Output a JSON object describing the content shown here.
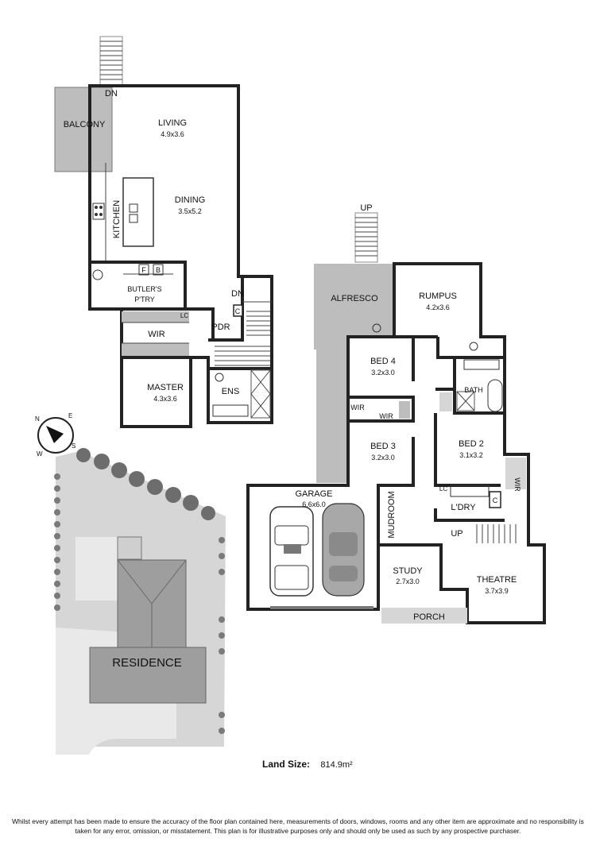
{
  "upper_floor": {
    "rooms": [
      {
        "id": "balcony",
        "name": "BALCONY",
        "size": ""
      },
      {
        "id": "living",
        "name": "LIVING",
        "size": "4.9x3.6"
      },
      {
        "id": "dining",
        "name": "DINING",
        "size": "3.5x5.2"
      },
      {
        "id": "kitchen",
        "name": "KITCHEN",
        "size": ""
      },
      {
        "id": "butlers",
        "name": "BUTLER'S",
        "size": "P'TRY"
      },
      {
        "id": "wir",
        "name": "WIR",
        "size": ""
      },
      {
        "id": "master",
        "name": "MASTER",
        "size": "4.3x3.6"
      },
      {
        "id": "ens",
        "name": "ENS",
        "size": ""
      },
      {
        "id": "pdr",
        "name": "PDR",
        "size": ""
      }
    ],
    "markers": {
      "dn_stair": "DN",
      "dn_hall": "DN",
      "f": "F",
      "b": "B",
      "c": "C",
      "lc": "LC"
    }
  },
  "lower_floor": {
    "rooms": [
      {
        "id": "alfresco",
        "name": "ALFRESCO",
        "size": ""
      },
      {
        "id": "rumpus",
        "name": "RUMPUS",
        "size": "4.2x3.6"
      },
      {
        "id": "bed4",
        "name": "BED 4",
        "size": "3.2x3.0"
      },
      {
        "id": "bath",
        "name": "BATH",
        "size": ""
      },
      {
        "id": "bed3",
        "name": "BED 3",
        "size": "3.2x3.0"
      },
      {
        "id": "bed2",
        "name": "BED 2",
        "size": "3.1x3.2"
      },
      {
        "id": "garage",
        "name": "GARAGE",
        "size": "6.6x6.0"
      },
      {
        "id": "mudroom",
        "name": "MUDROOM",
        "size": ""
      },
      {
        "id": "ldry",
        "name": "L'DRY",
        "size": ""
      },
      {
        "id": "study",
        "name": "STUDY",
        "size": "2.7x3.0"
      },
      {
        "id": "theatre",
        "name": "THEATRE",
        "size": "3.7x3.9"
      },
      {
        "id": "porch",
        "name": "PORCH",
        "size": ""
      }
    ],
    "markers": {
      "up_stair": "UP",
      "up_hall": "UP",
      "wir_a": "WIR",
      "wir_b": "WIR",
      "wir_c": "WIR",
      "lc": "LC",
      "c": "C"
    }
  },
  "site": {
    "residence": "RESIDENCE"
  },
  "compass": {
    "n": "N",
    "e": "E",
    "s": "S",
    "w": "W"
  },
  "land_size": {
    "label": "Land Size:",
    "value": "814.9m²"
  },
  "disclaimer": "Whilst every attempt has been made to ensure the accuracy of the floor plan contained here, measurements of doors, windows, rooms and any other item are approximate and no responsibility is taken for any error, omission, or misstatement. This plan is for illustrative purposes only and should only be used as such by any prospective purchaser.",
  "colors": {
    "wall": "#222222",
    "shade": "#bdbdbd",
    "site_dark": "#9e9e9e",
    "site_light": "#d6d6d6",
    "tree": "#6d6d6d"
  }
}
